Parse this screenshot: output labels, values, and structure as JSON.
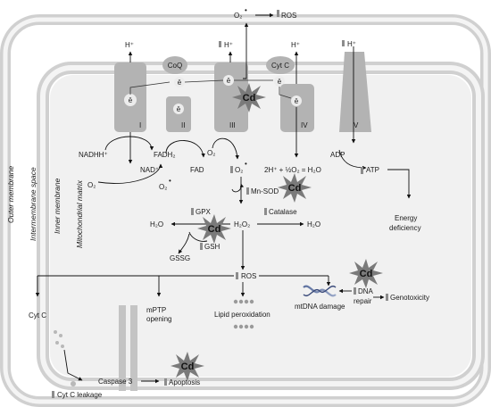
{
  "membranes": {
    "outer": "Outer membrane",
    "intermembrane": "Intermembrane space",
    "inner": "Inner membrane",
    "matrix": "Mitochondrial matrix"
  },
  "complexes": {
    "I": "I",
    "II": "II",
    "III": "III",
    "IV": "IV",
    "V": "V",
    "coq": "CoQ",
    "cytc": "Cyt C",
    "electron": "ē",
    "hplus": "H⁺"
  },
  "metabolites": {
    "nadh": "NADHH⁺",
    "nad": "NAD⁺",
    "fadh2": "FADH₂",
    "fad": "FAD",
    "o2": "O₂",
    "o2_radical": "O₂",
    "superoxide_sup": "•",
    "water_formation": "2H⁺ + ½O₂ = H₂O",
    "adp": "ADP",
    "atp": "ATP",
    "energy_deficiency_1": "Energy",
    "energy_deficiency_2": "deficiency"
  },
  "antioxidants": {
    "mnsod": "Mn-SOD",
    "catalase": "Catalase",
    "gpx": "GPX",
    "gsh": "GSH",
    "gssg": "GSSG",
    "h2o2": "H₂O₂",
    "h2o": "H₂O"
  },
  "effects": {
    "ros": "ROS",
    "top_ros": "ROS",
    "cd": "Cd",
    "cytc": "Cyt C",
    "mptp_1": "mPTP",
    "mptp_2": "opening",
    "lipid": "Lipid peroxidation",
    "mtdna": "mtDNA damage",
    "dna_repair_1": "DNA",
    "dna_repair_2": "repair",
    "genotoxicity": "Genotoxicity",
    "caspase": "Caspase 3",
    "apoptosis": "Apoptosis",
    "leakage": "Cyt C leakage"
  },
  "colors": {
    "membrane": "#d0d0d0",
    "complex": "#b3b3b3",
    "cd_star": "#7a7a7a",
    "arrow": "#8c8c8c"
  }
}
